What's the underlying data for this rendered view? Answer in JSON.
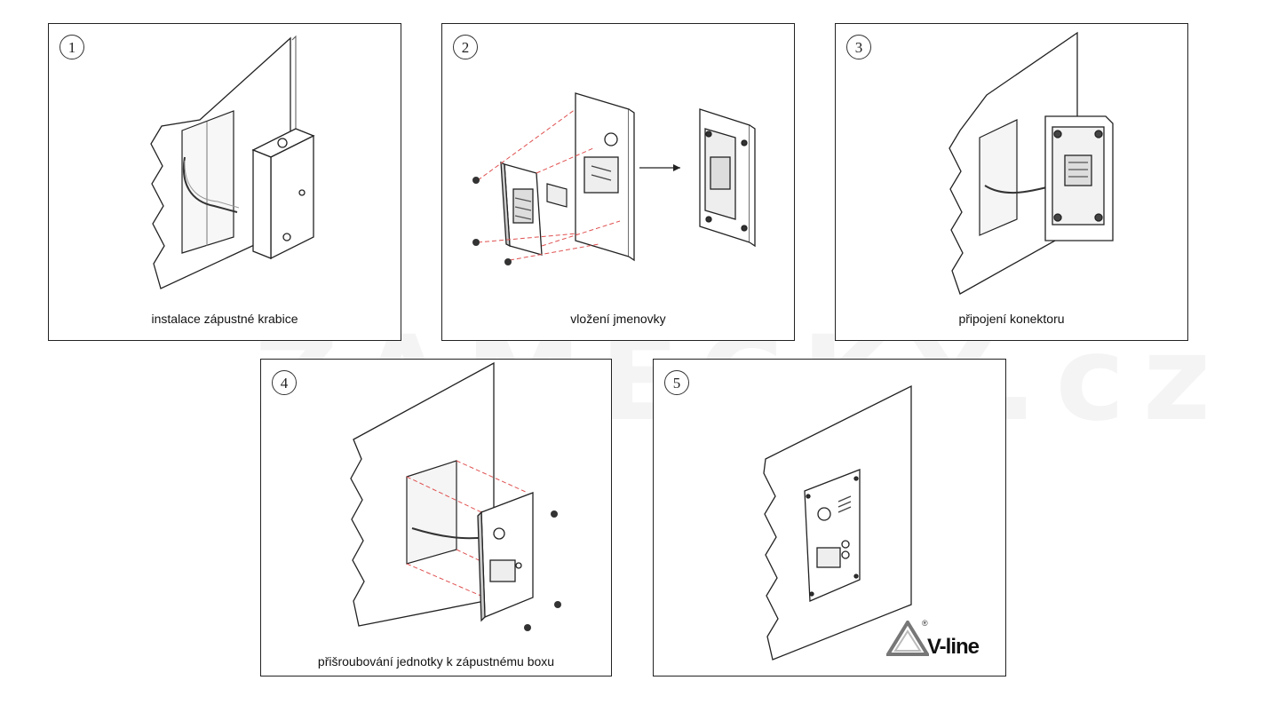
{
  "watermark": "ZAMECKY.cz",
  "steps": [
    {
      "number": "1",
      "caption": "instalace zápustné krabice"
    },
    {
      "number": "2",
      "caption": "vložení jmenovky"
    },
    {
      "number": "3",
      "caption": "připojení konektoru"
    },
    {
      "number": "4",
      "caption": "přišroubování jednotky k zápustnému boxu"
    },
    {
      "number": "5",
      "caption": ""
    }
  ],
  "logo": {
    "text": "V-line",
    "mark": "®"
  },
  "colors": {
    "line": "#222222",
    "guide": "#e05050",
    "wall": "#ffffff",
    "accent": "#bbbbbb"
  }
}
